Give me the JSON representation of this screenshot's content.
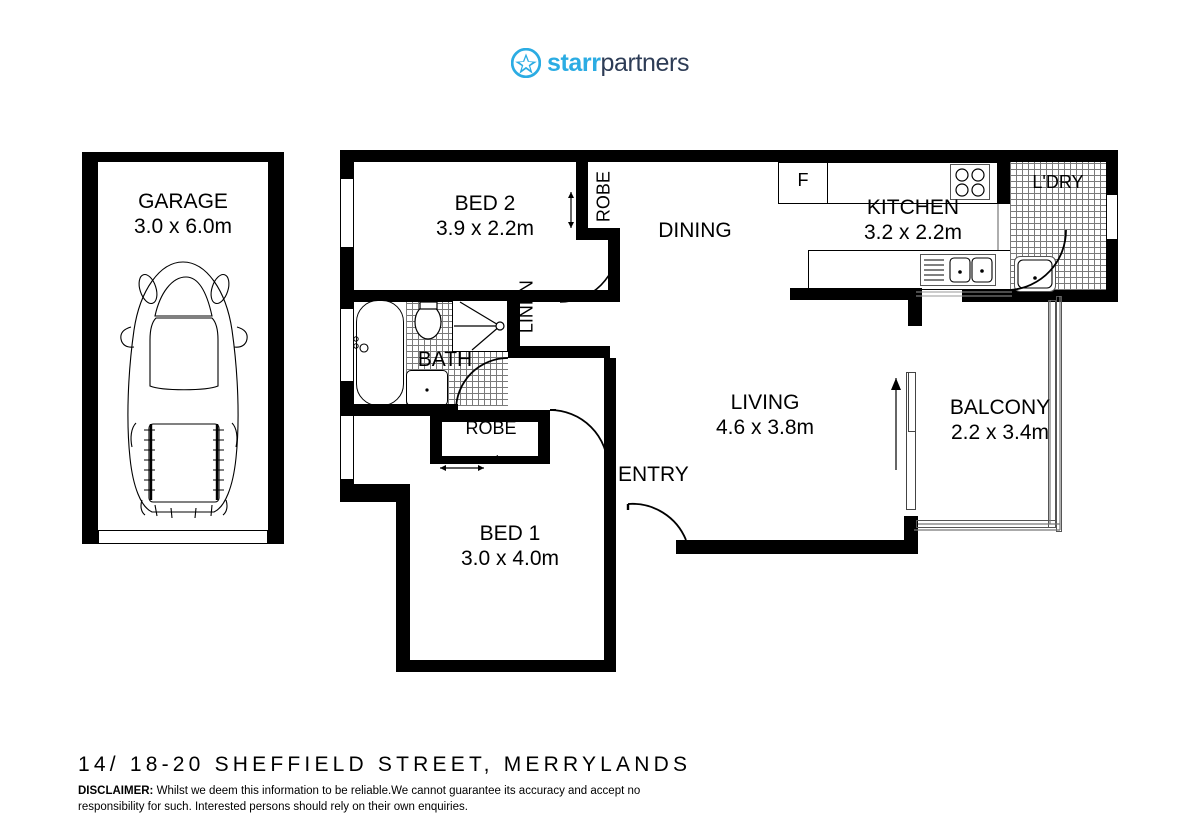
{
  "brand": {
    "icon": "starburst-circle-icon",
    "word_primary": "starr",
    "word_secondary": "partners",
    "color_primary": "#2BACE3",
    "color_secondary": "#2D3C56"
  },
  "plan": {
    "garage": {
      "name": "GARAGE",
      "dimensions": "3.0 x 6.0m",
      "vehicle_icon": "car-top-view-icon"
    },
    "bed2": {
      "name": "BED 2",
      "dimensions": "3.9 x 2.2m"
    },
    "bed1": {
      "name": "BED 1",
      "dimensions": "3.0 x 4.0m"
    },
    "bath": {
      "name": "BATH",
      "dimensions": ""
    },
    "linen": {
      "name": "LINEN",
      "dimensions": ""
    },
    "robe_bed2": {
      "name": "ROBE",
      "dimensions": ""
    },
    "robe_hall": {
      "name": "ROBE",
      "dimensions": ""
    },
    "dining": {
      "name": "DINING",
      "dimensions": ""
    },
    "kitchen": {
      "name": "KITCHEN",
      "dimensions": "3.2 x 2.2m"
    },
    "fridge": {
      "name": "F"
    },
    "laundry": {
      "name": "L'DRY",
      "dimensions": ""
    },
    "living": {
      "name": "LIVING",
      "dimensions": "4.6 x 3.8m"
    },
    "balcony": {
      "name": "BALCONY",
      "dimensions": "2.2 x 3.4m"
    },
    "entry": {
      "name": "ENTRY",
      "dimensions": ""
    }
  },
  "footer": {
    "address": "14/ 18-20 SHEFFIELD STREET, MERRYLANDS",
    "disclaimer_label": "DISCLAIMER:",
    "disclaimer_text": " Whilst we deem this information to be reliable.We cannot guarantee its accuracy and accept no responsibility for such. Interested persons should rely on their own enquiries."
  }
}
